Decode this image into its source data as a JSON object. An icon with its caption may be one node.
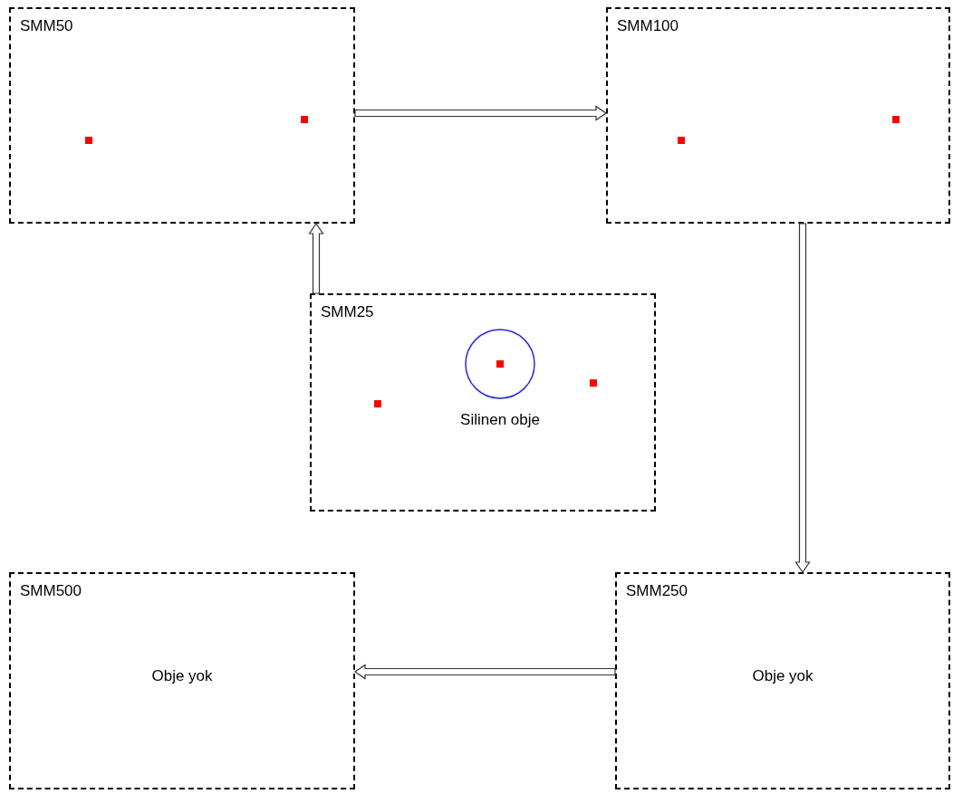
{
  "diagram": {
    "nodes": [
      {
        "text": [
          "SMM50"
        ]
      },
      {
        "text": [
          "SMM100"
        ]
      },
      {
        "text": [
          "SMM25"
        ]
      },
      {
        "text": [
          "SMM500",
          "Obje yok"
        ]
      },
      {
        "text": [
          "SMM250",
          "Obje yok"
        ]
      },
      {
        "text": [],
        "shape": "circle",
        "in": 2,
        "beside": [
          "Silinen obje"
        ]
      }
    ],
    "edges": [
      {
        "from": 0,
        "to": 1,
        "arrow": "to"
      },
      {
        "from": 1,
        "to": 4,
        "arrow": "to"
      },
      {
        "from": 4,
        "to": 3,
        "arrow": "to"
      },
      {
        "from": 2,
        "to": 0,
        "arrow": "to"
      }
    ]
  }
}
